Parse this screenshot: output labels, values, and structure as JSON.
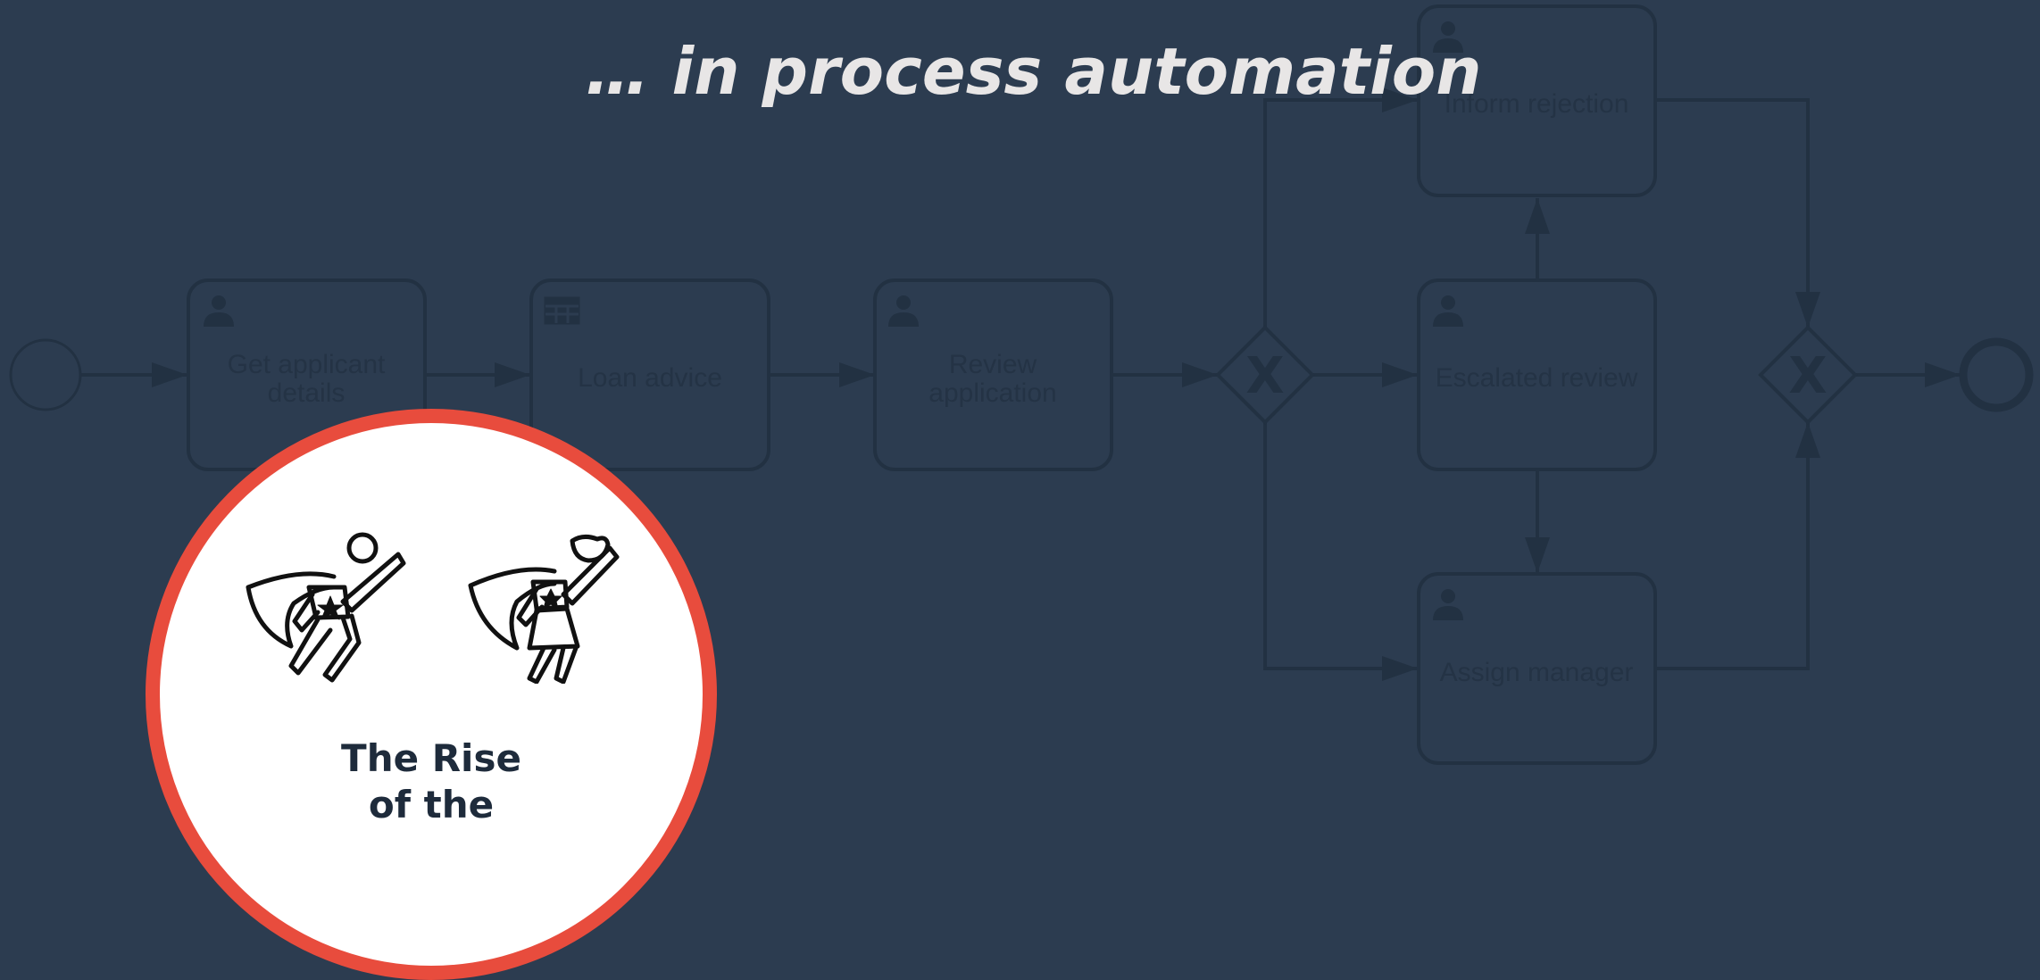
{
  "headline": "… in process automation",
  "tasks": {
    "get_applicant_details": "Get applicant details",
    "loan_advice": "Loan advice",
    "review_application": "Review application",
    "escalated_review": "Escalated review",
    "inform_rejection": "Inform rejection",
    "assign_manager": "Assign manager"
  },
  "gateways": {
    "split_symbol": "X",
    "merge_symbol": "X"
  },
  "badge": {
    "title_line1": "The Rise",
    "title_line2": "of the"
  },
  "colors": {
    "background": "#2c3c50",
    "shape_stroke": "#223142",
    "task_text": "#243345",
    "headline_text": "#e8e6e6",
    "badge_ring": "#e84c3d",
    "badge_fill": "#ffffff",
    "badge_text": "#1e2b3b"
  },
  "icons": [
    "user-icon",
    "table-icon",
    "superhero-male-icon",
    "superhero-female-icon"
  ]
}
